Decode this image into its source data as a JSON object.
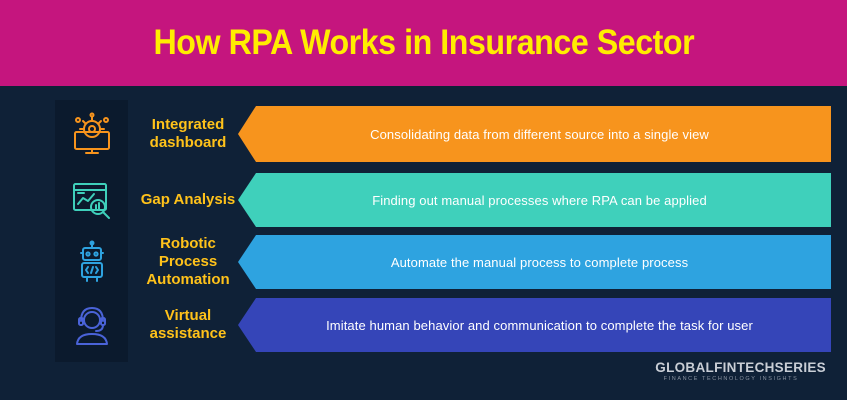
{
  "header": {
    "title": "How RPA Works in Insurance Sector"
  },
  "colors": {
    "header_bg": "#c5157e",
    "title": "#ffed00",
    "background": "#0f2137",
    "label": "#ffc21a",
    "icon_orange": "#f7941d",
    "icon_teal": "#3fd0bb",
    "icon_sky": "#2ea3e0",
    "icon_blue": "#4059c9"
  },
  "steps": [
    {
      "icon": "dashboard-gear-icon",
      "label": "Integrated dashboard",
      "description": "Consolidating data from different source into a single view",
      "color": "#f7941d"
    },
    {
      "icon": "analysis-magnifier-icon",
      "label": "Gap Analysis",
      "description": "Finding out manual processes where RPA can be applied",
      "color": "#3fd0bb"
    },
    {
      "icon": "robot-icon",
      "label": "Robotic Process Automation",
      "description": "Automate the manual process to complete process",
      "color": "#2ea3e0"
    },
    {
      "icon": "headset-agent-icon",
      "label": "Virtual assistance",
      "description": "Imitate human behavior and communication to complete the task for user",
      "color": "#3545b8"
    }
  ],
  "logo": {
    "main": "GLOBALFINTECHSERIES",
    "tagline": "FINANCE TECHNOLOGY INSIGHTS"
  }
}
